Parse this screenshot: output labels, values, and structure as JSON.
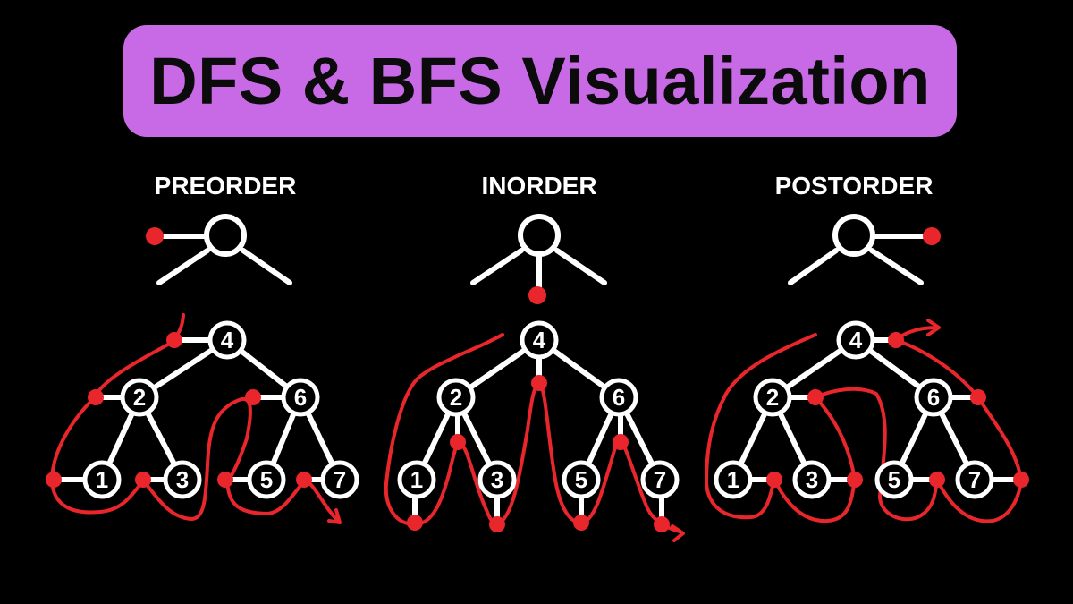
{
  "title": "DFS & BFS Visualization",
  "colors": {
    "background": "#000000",
    "title_banner": "#c86ae6",
    "title_text": "#0b0b0b",
    "tree": "#ffffff",
    "path": "#e8262b"
  },
  "sections": [
    {
      "label": "PREORDER",
      "visit_point": "left"
    },
    {
      "label": "INORDER",
      "visit_point": "bottom"
    },
    {
      "label": "POSTORDER",
      "visit_point": "right"
    }
  ],
  "tree": {
    "nodes": [
      "4",
      "2",
      "6",
      "1",
      "3",
      "5",
      "7"
    ]
  }
}
